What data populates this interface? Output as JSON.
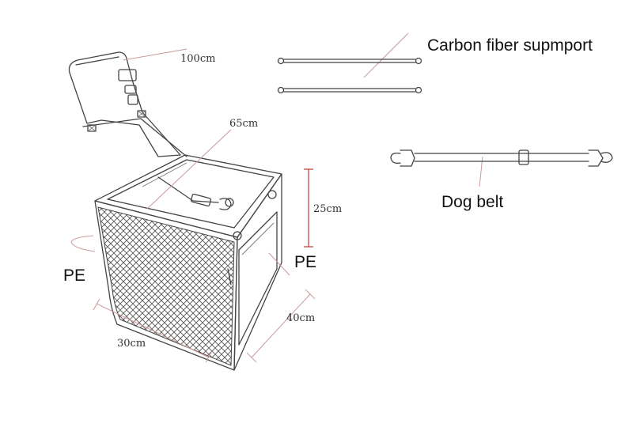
{
  "labels": {
    "strap_length": "100cm",
    "leash_length": "65cm",
    "height": "25cm",
    "depth": "40cm",
    "width": "30cm",
    "material_left": "PE",
    "material_right": "PE",
    "support_rods": "Carbon fiber supmport",
    "dog_belt": "Dog belt"
  },
  "colors": {
    "line": "#444444",
    "leader": "#c89a9a",
    "height_marker": "#c0392b",
    "mesh": "#6b6b6b"
  }
}
